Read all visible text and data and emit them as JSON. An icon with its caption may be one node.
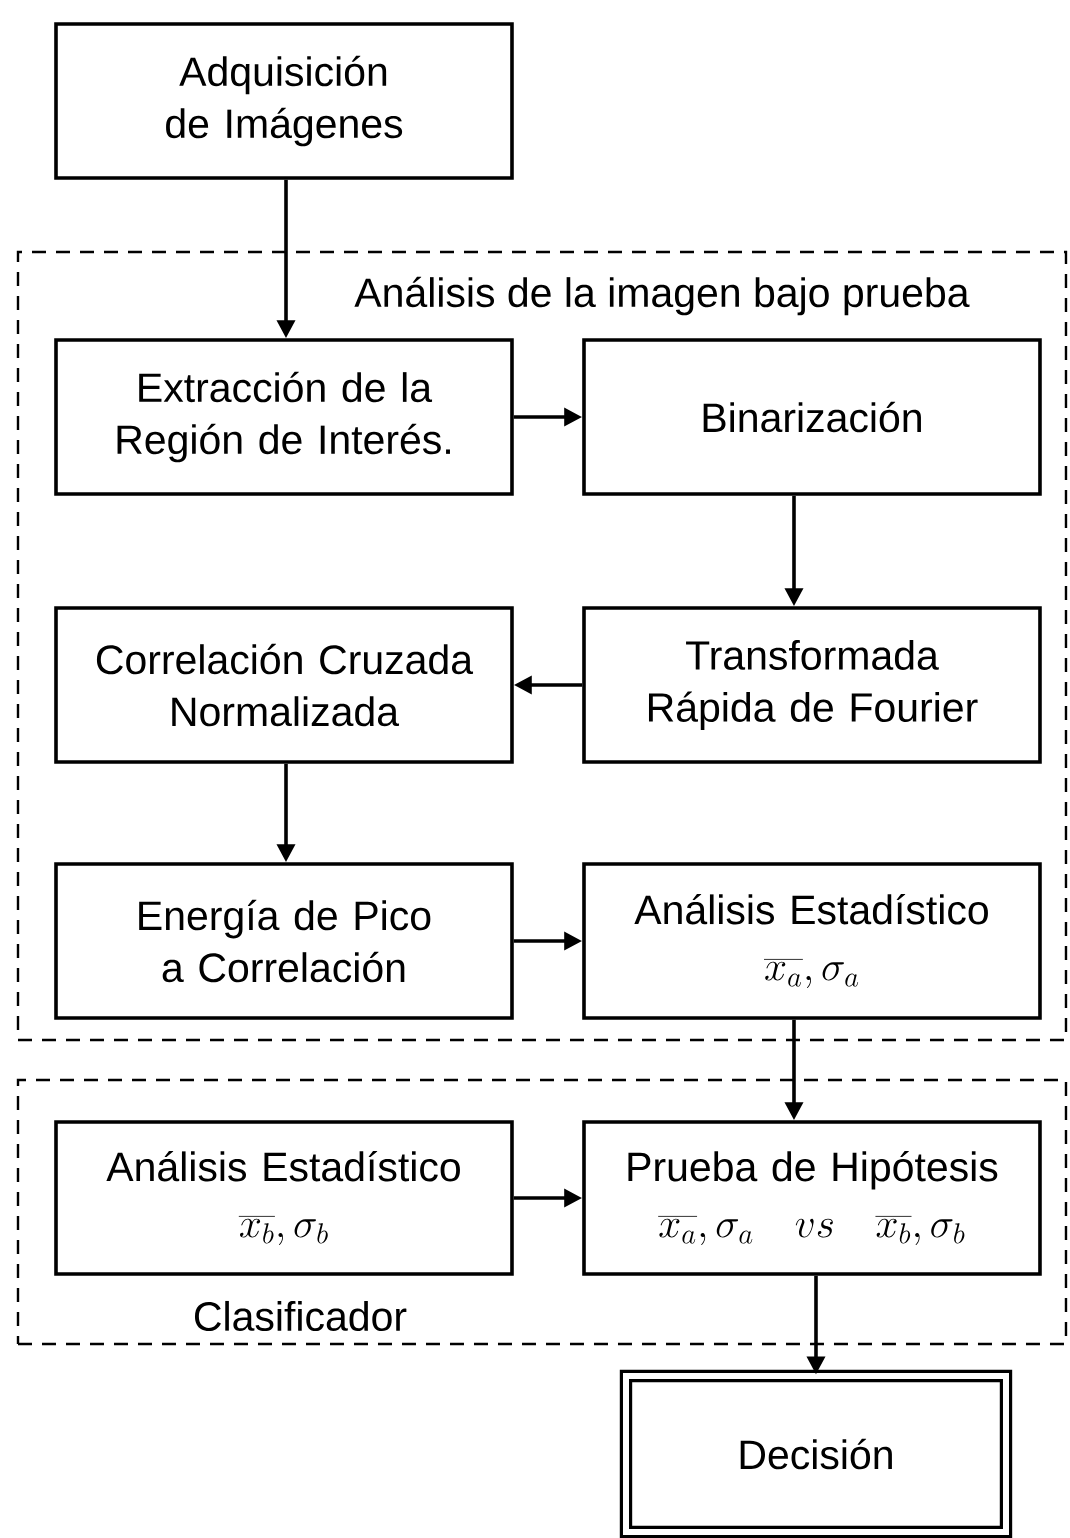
{
  "diagram": {
    "nodes": [
      {
        "text": [
          "Adquisición de Imágenes"
        ]
      },
      {
        "text": [
          "Análisis de la imagen bajo prueba"
        ]
      },
      {
        "text": [
          "Extracción de la Región de Interés."
        ],
        "in": 1
      },
      {
        "text": [
          "Binarización"
        ],
        "in": 1
      },
      {
        "text": [
          "Transformada Rápida de Fourier"
        ],
        "in": 1
      },
      {
        "text": [
          "Correlación Cruzada Normalizada"
        ],
        "in": 1
      },
      {
        "text": [
          "Energía de Pico a Correlación"
        ],
        "in": 1
      },
      {
        "text": [
          "Análisis Estadístico",
          "\\overline{x_a},\\sigma_a"
        ],
        "in": 1
      },
      {
        "text": [
          "Clasificador"
        ]
      },
      {
        "text": [
          "Análisis Estadístico",
          "\\overline{x_b},\\sigma_b"
        ],
        "in": 8
      },
      {
        "text": [
          "Prueba de Hipótesis",
          "\\overline{x_a},\\sigma_a\\;\\; vs\\;\\; \\overline{x_b},\\sigma_b"
        ],
        "in": 8
      },
      {
        "text": [
          "Decisión"
        ]
      }
    ],
    "edges": [
      {
        "from": 0,
        "to": 2,
        "arrow": "to"
      },
      {
        "from": 2,
        "to": 3,
        "arrow": "to"
      },
      {
        "from": 3,
        "to": 4,
        "arrow": "to"
      },
      {
        "from": 4,
        "to": 5,
        "arrow": "to"
      },
      {
        "from": 5,
        "to": 6,
        "arrow": "to"
      },
      {
        "from": 6,
        "to": 7,
        "arrow": "to"
      },
      {
        "from": 7,
        "to": 10,
        "arrow": "to"
      },
      {
        "from": 9,
        "to": 10,
        "arrow": "to"
      },
      {
        "from": 10,
        "to": 11,
        "arrow": "to"
      }
    ]
  }
}
